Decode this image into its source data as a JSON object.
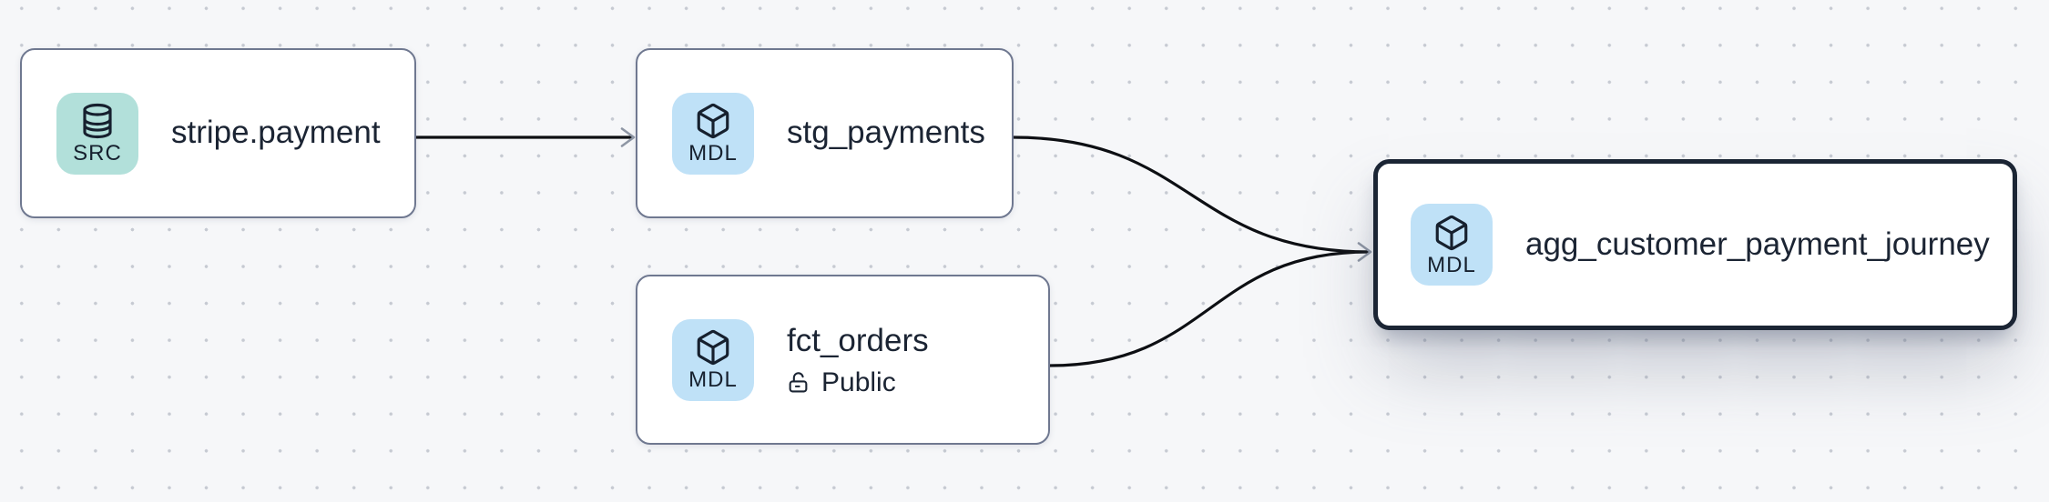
{
  "app": {
    "view": "data-lineage-graph"
  },
  "canvas": {
    "background_color": "#f6f7f9",
    "dot_color": "#c6cad2"
  },
  "colors": {
    "node_background": "#ffffff",
    "node_border": "#6f7890",
    "node_border_selected": "#1b2534",
    "title_text": "#1b2433",
    "badge_src_background": "#b2e0da",
    "badge_mdl_background": "#bfe1f7",
    "badge_text": "#16202e",
    "edge_line": "#0d0f13",
    "edge_arrowhead": "#8e96a4"
  },
  "nodes": [
    {
      "id": "stripe.payment",
      "title": "stripe.payment",
      "badge": "SRC",
      "icon": "database",
      "selected": false
    },
    {
      "id": "stg_payments",
      "title": "stg_payments",
      "badge": "MDL",
      "icon": "cube",
      "selected": false
    },
    {
      "id": "fct_orders",
      "title": "fct_orders",
      "badge": "MDL",
      "icon": "cube",
      "access": "Public",
      "selected": false
    },
    {
      "id": "agg_customer_payment_journey",
      "title": "agg_customer_payment_journey",
      "badge": "MDL",
      "icon": "cube",
      "selected": true
    }
  ],
  "edges": [
    {
      "from": "stripe.payment",
      "to": "stg_payments"
    },
    {
      "from": "stg_payments",
      "to": "agg_customer_payment_journey"
    },
    {
      "from": "fct_orders",
      "to": "agg_customer_payment_journey"
    }
  ]
}
